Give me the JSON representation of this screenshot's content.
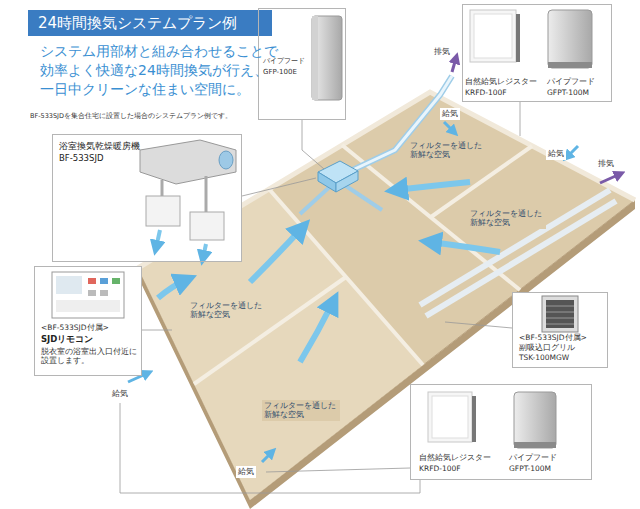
{
  "diagram": {
    "title": "24時間換気システムプラン例",
    "nodes": [
      {
        "text": [
          "パイプフード",
          "GFP-100E"
        ]
      },
      {
        "text": [
          "自然給気レジスター",
          "KRFD-100F",
          "パイプフード",
          "GFPT-100M"
        ]
      },
      {
        "text": [
          "浴室換気乾燥暖房機",
          "BF-533SJD"
        ]
      },
      {
        "text": [
          "<BF-533SJD付属>",
          "SJDリモコン",
          "脱衣室の浴室出入口付近に設置します。"
        ]
      },
      {
        "text": [
          "<BF-533SJD付属>",
          "副吸込口グリル",
          "TSK-100MGW"
        ]
      },
      {
        "text": [
          "自然給気レジスター",
          "KRFD-100F",
          "パイプフード",
          "GFPT-100M"
        ]
      }
    ],
    "labels": [
      "システム用部材と組み合わせることで 効率よく快適な24時間換気が行え、 一日中クリーンな住まい空間に。",
      "BF-533SJDを集合住宅に設置した場合のシステムプラン例です。",
      "排気",
      "給気",
      "給気",
      "排気",
      "給気",
      "給気",
      "フィルターを通した 新鮮な空気",
      "フィルターを通した 新鮮な空気",
      "フィルターを通した 新鮮な空気",
      "フィルターを通した 新鮮な空気"
    ]
  }
}
